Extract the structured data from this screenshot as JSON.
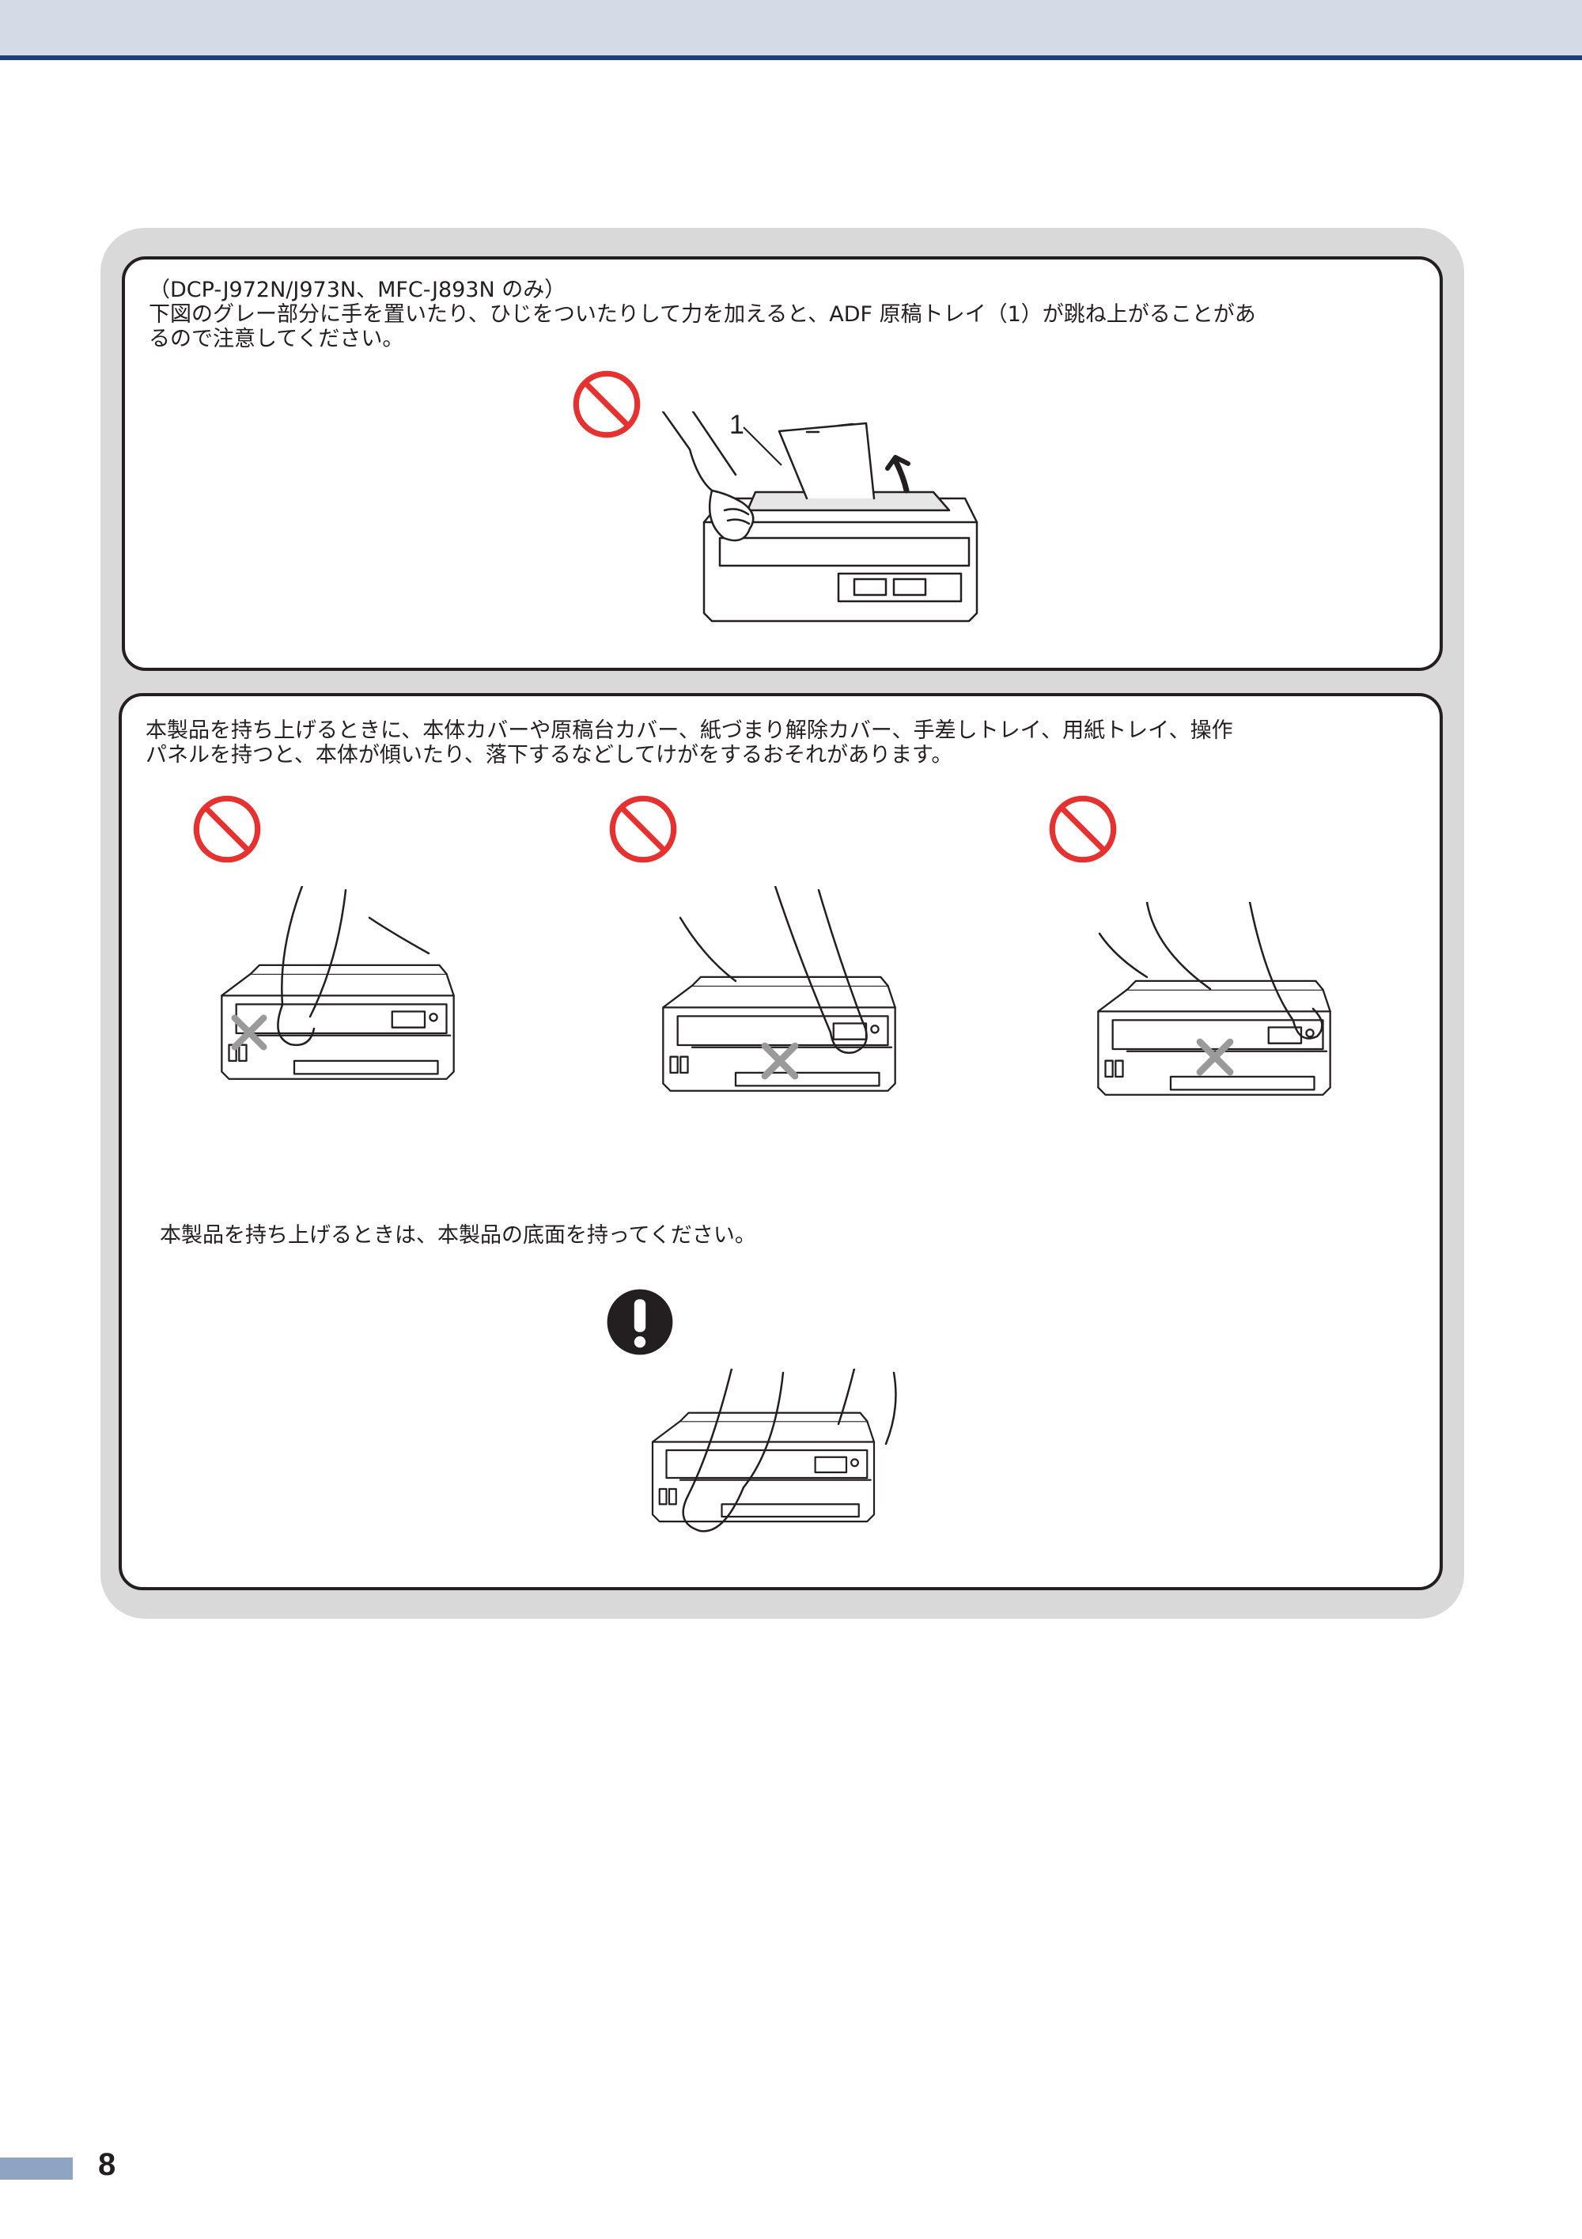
{
  "adf_warning": {
    "models": "（DCP-J972N/J973N、MFC-J893N のみ）",
    "line1": "下図のグレー部分に手を置いたり、ひじをついたりして力を加えると、ADF 原稿トレイ（1）が跳ね上がることがあ",
    "line2": "るので注意してください。",
    "callout": "1"
  },
  "lifting_warning": {
    "line1": "本製品を持ち上げるときに、本体カバーや原稿台カバー、紙づまり解除カバー、手差しトレイ、用紙トレイ、操作",
    "line2": "パネルを持つと、本体が傾いたり、落下するなどしてけがをするおそれがあります。"
  },
  "lifting_instruction": {
    "text": "本製品を持ち上げるときは、本製品の底面を持ってください。"
  },
  "icons": {
    "prohibition": "prohibition-icon",
    "mandatory": "exclamation-icon",
    "cross_mark": "cross-mark-icon"
  },
  "colors": {
    "header_band": "#d4dbe6",
    "header_rule": "#1f3f7a",
    "frame_gray": "#d9d9d9",
    "prohibition_red": "#e5312f",
    "footer_accent": "#8fa3c2"
  },
  "footer": {
    "page_number": "8"
  }
}
